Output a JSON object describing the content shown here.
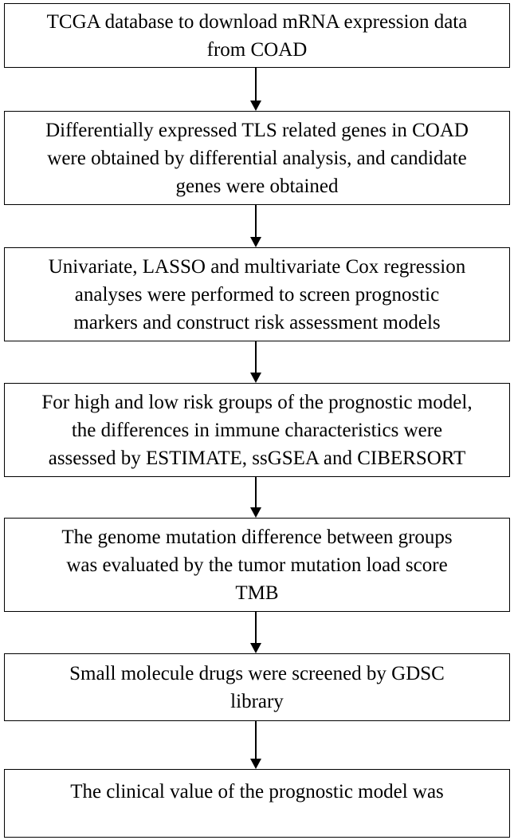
{
  "flowchart": {
    "steps": [
      {
        "text": "TCGA database to download mRNA expression data\nfrom COAD"
      },
      {
        "text": "Differentially expressed TLS related genes in COAD\nwere obtained by differential analysis, and candidate\ngenes were obtained"
      },
      {
        "text": "Univariate, LASSO and multivariate Cox regression\nanalyses were performed to screen prognostic\nmarkers and construct risk assessment models"
      },
      {
        "text": "For high and low risk groups of the prognostic model,\nthe differences in immune characteristics were\nassessed by ESTIMATE, ssGSEA and CIBERSORT"
      },
      {
        "text": "The genome mutation difference between groups\nwas evaluated by the tumor mutation load score\nTMB"
      },
      {
        "text": "Small molecule drugs were screened by GDSC\nlibrary"
      },
      {
        "text": "The clinical value of the prognostic model was"
      }
    ]
  }
}
